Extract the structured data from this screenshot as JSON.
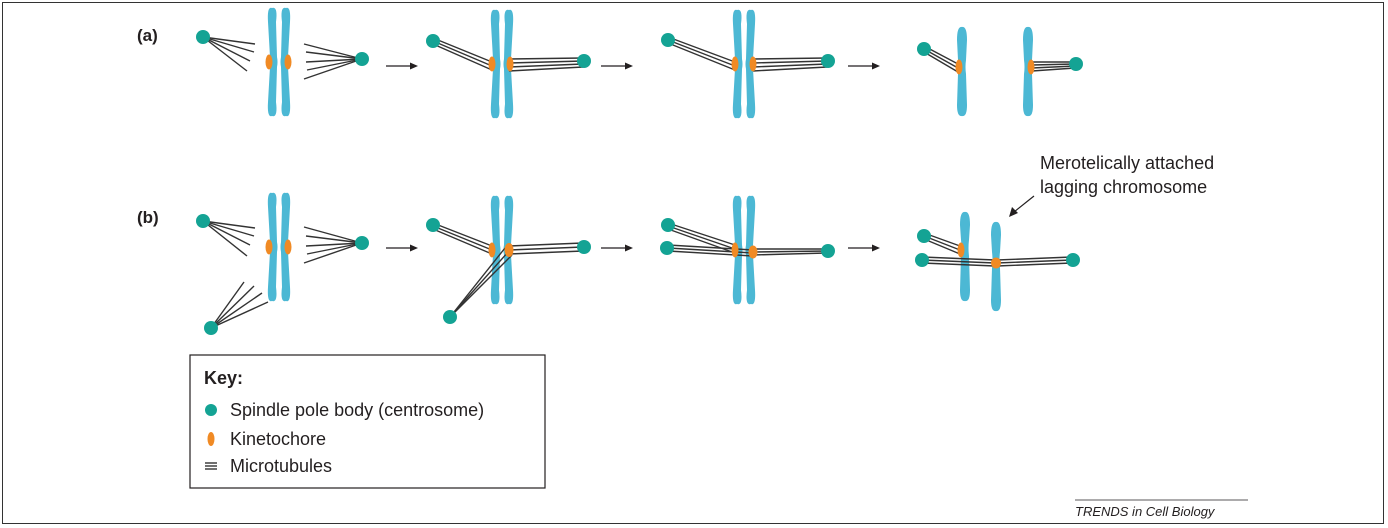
{
  "panels": {
    "a": {
      "label": "(a)"
    },
    "b": {
      "label": "(b)"
    }
  },
  "annotation": {
    "line1": "Merotelically attached",
    "line2": "lagging chromosome"
  },
  "key": {
    "title": "Key:",
    "items": [
      {
        "label": "Spindle pole body (centrosome)",
        "icon": "spindle-pole-icon"
      },
      {
        "label": "Kinetochore",
        "icon": "kinetochore-icon"
      },
      {
        "label": "Microtubules",
        "icon": "microtubules-icon"
      }
    ]
  },
  "credit": "TRENDS in Cell Biology",
  "colors": {
    "chromosome": "#4cb8d4",
    "pole": "#14a394",
    "kinetochore": "#f08a24",
    "microtubule": "#333333",
    "text": "#231f20"
  }
}
